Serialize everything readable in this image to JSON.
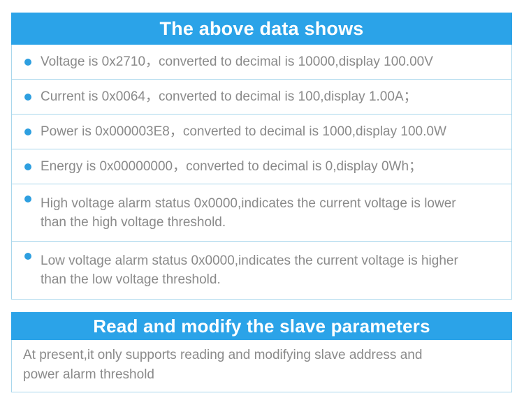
{
  "theme": {
    "accent": "#2BA3E8",
    "bullet": "#2E9FE0",
    "border": "#A9D7EC",
    "text": "#8A8A8A",
    "background": "#FFFFFF"
  },
  "sections": {
    "data_shows": {
      "title": "The above data shows",
      "rows": [
        {
          "id": "voltage",
          "text": "Voltage is 0x2710，converted to decimal is 10000,display 100.00V",
          "lines": 1
        },
        {
          "id": "current",
          "text": "Current is 0x0064，converted to decimal is 100,display 1.00A；",
          "lines": 1
        },
        {
          "id": "power",
          "text": "Power is 0x000003E8，converted to decimal is 1000,display 100.0W",
          "lines": 1
        },
        {
          "id": "energy",
          "text": "Energy is 0x00000000，converted to decimal is 0,display 0Wh；",
          "lines": 1
        },
        {
          "id": "high-voltage-alarm",
          "text": "High voltage alarm status 0x0000,indicates the current voltage is lower\n than the high voltage threshold.",
          "lines": 2
        },
        {
          "id": "low-voltage-alarm",
          "text": "Low voltage alarm status 0x0000,indicates the current voltage is higher\nthan the low voltage threshold.",
          "lines": 2
        }
      ]
    },
    "slave_params": {
      "title": "Read and modify the slave parameters",
      "note": "At present,it only supports reading and modifying slave address and\n power alarm threshold"
    }
  }
}
